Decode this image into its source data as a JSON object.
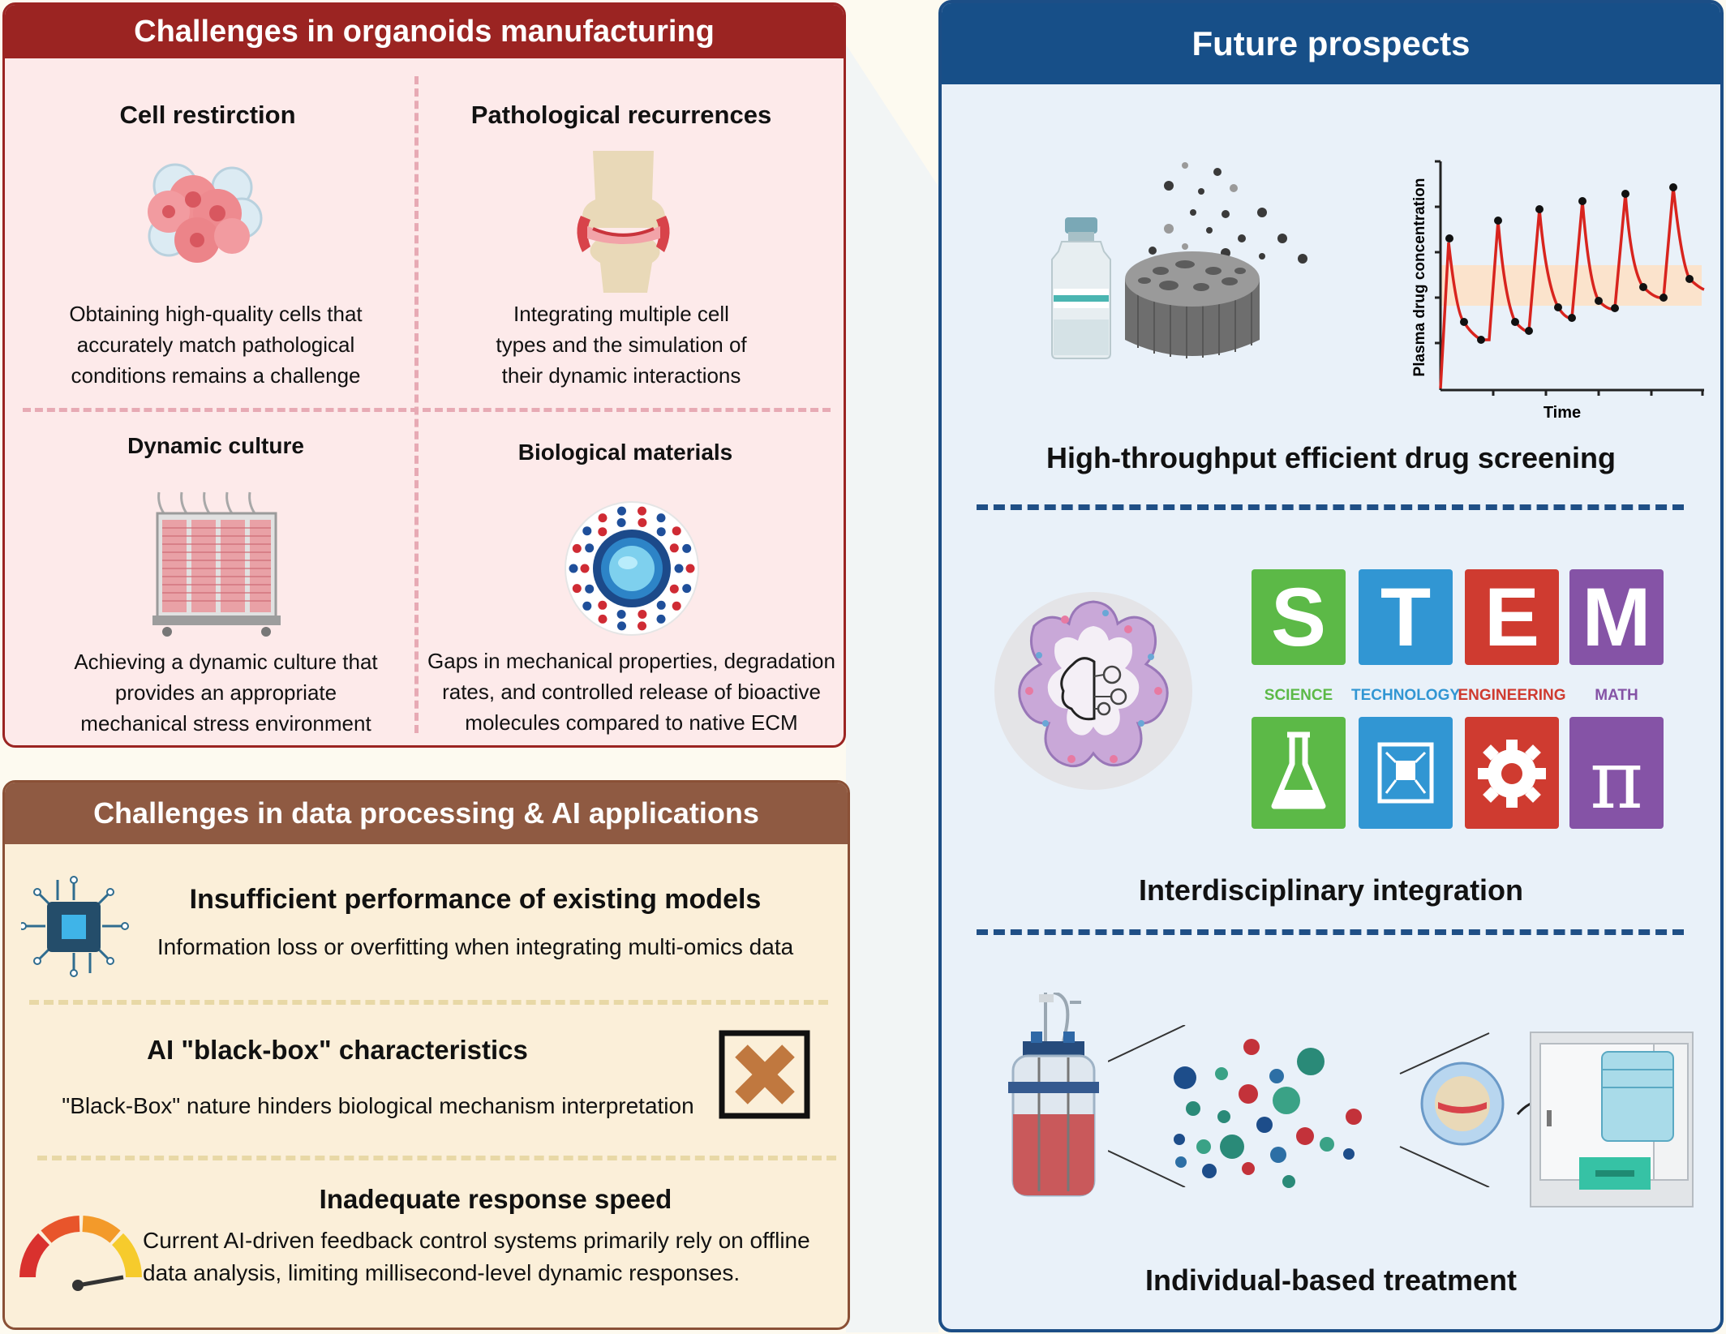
{
  "manufacturing": {
    "header": "Challenges  in organoids manufacturing",
    "cell_restriction": {
      "title": "Cell restirction",
      "text": [
        "Obtaining high-quality cells that",
        "accurately match pathological",
        "conditions remains a challenge"
      ]
    },
    "pathological": {
      "title": "Pathological recurrences",
      "text": [
        "Integrating multiple cell",
        "types  and the simulation of",
        "their dynamic interactions"
      ]
    },
    "dynamic": {
      "title": "Dynamic culture",
      "text": [
        "Achieving a dynamic culture that",
        "provides an appropriate",
        "mechanical stress environment"
      ]
    },
    "materials": {
      "title": "Biological materials",
      "text": [
        "Gaps in mechanical properties, degradation",
        "rates, and controlled release of bioactive",
        "molecules compared to native ECM"
      ]
    }
  },
  "ai": {
    "header": "Challenges in data processing & AI applications",
    "models": {
      "title": "Insufficient performance of existing models",
      "text": "Information loss or overfitting when integrating multi-omics data"
    },
    "blackbox": {
      "title": "AI \"black-box\" characteristics",
      "text": "\"Black-Box\" nature hinders biological mechanism interpretation"
    },
    "speed": {
      "title": "Inadequate response speed",
      "text": [
        "Current AI-driven feedback control systems primarily rely on offline",
        "data analysis, limiting millisecond-level dynamic responses."
      ]
    }
  },
  "future": {
    "header": "Future prospects",
    "screening": "High-throughput efficient drug screening",
    "integration": "Interdisciplinary integration",
    "treatment": "Individual-based treatment",
    "chart": {
      "ylabel": "Plasma drug concentration",
      "xlabel": "Time"
    },
    "stem": [
      {
        "letter": "S",
        "label": "SCIENCE",
        "color": "#5cb947"
      },
      {
        "letter": "T",
        "label": "TECHNOLOGY",
        "color": "#3196d3"
      },
      {
        "letter": "E",
        "label": "ENGINEERING",
        "color": "#cf3b30"
      },
      {
        "letter": "M",
        "label": "MATH",
        "color": "#8553a6"
      }
    ]
  }
}
